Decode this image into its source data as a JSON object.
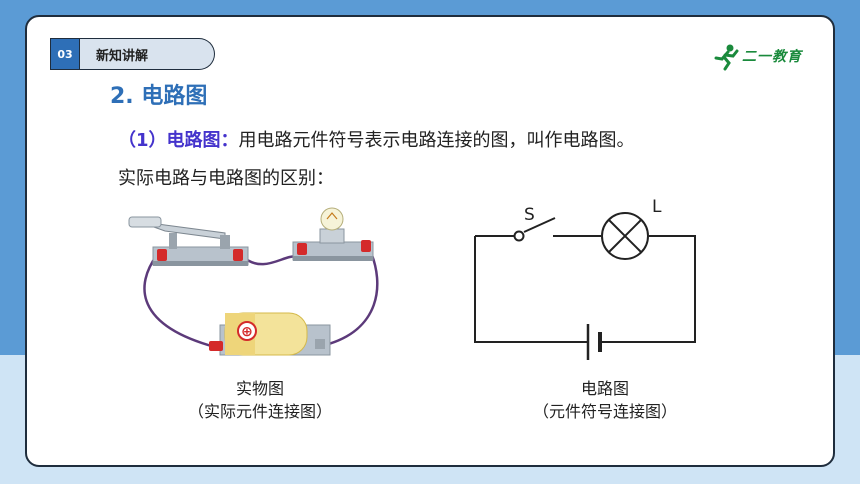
{
  "section": {
    "number": "03",
    "label": "新知讲解"
  },
  "logo": {
    "text": "二一教育"
  },
  "heading": "2. 电路图",
  "definition": {
    "term": "（1）电路图：",
    "text": "用电路元件符号表示电路连接的图，叫作电路图。"
  },
  "difference": "实际电路与电路图的区别：",
  "left_figure": {
    "title": "实物图",
    "subtitle": "（实际元件连接图）",
    "battery_symbol": "⊕"
  },
  "right_figure": {
    "title": "电路图",
    "subtitle": "（元件符号连接图）",
    "switch_label": "S",
    "lamp_label": "L"
  },
  "colors": {
    "accent": "#2e6fb7",
    "term": "#4433cc",
    "logo": "#1a8a3c"
  }
}
